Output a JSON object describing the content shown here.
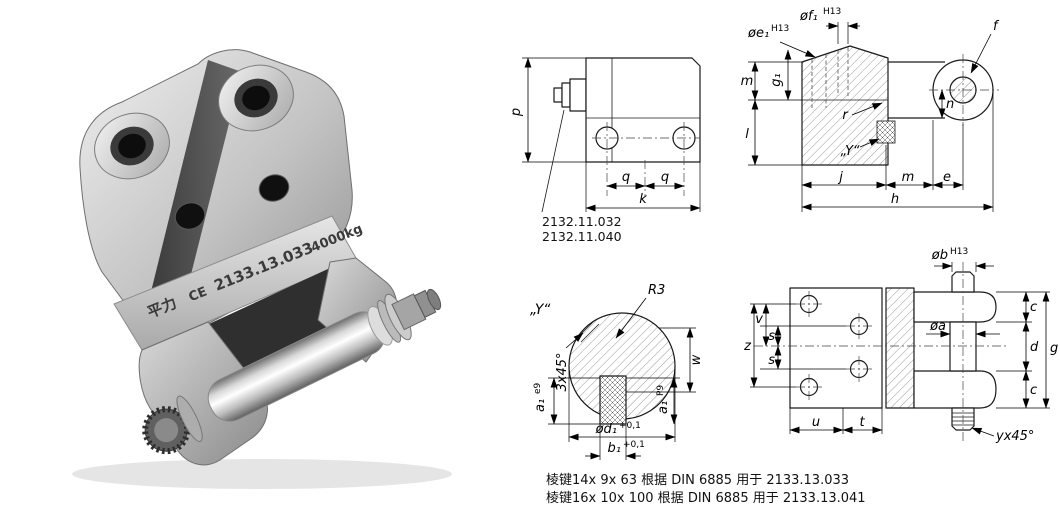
{
  "render": {
    "brand": "平力",
    "ce_mark": "CE",
    "part_no": "2133.13.033",
    "capacity": "4000kg"
  },
  "plate_view": {
    "dim_p": "p",
    "dim_q1": "q",
    "dim_q2": "q",
    "dim_k": "k",
    "ref_part_1": "2132.11.032",
    "ref_part_2": "2132.11.040"
  },
  "section_view": {
    "dim_f1": "øf₁",
    "dim_f1_tol": "H13",
    "dim_e1": "øe₁",
    "dim_e1_tol": "H13",
    "dim_f": "f",
    "dim_m_left": "m",
    "dim_g1": "g₁",
    "dim_l": "l",
    "dim_r": "r",
    "dim_n": "n",
    "detail_ref": "„Y“",
    "dim_j": "j",
    "dim_m_bottom": "m",
    "dim_e": "e",
    "dim_h": "h"
  },
  "detail_view": {
    "title": "„Y“",
    "radius": "R3",
    "chamfer": "3x45°",
    "a1": "a₁",
    "a1_shaft_tol": "e9",
    "a1_hub_tol": "P9",
    "dim_w": "w",
    "d1": "ød₁",
    "d1_tol": "+0,1",
    "b1": "b₁",
    "b1_tol": "+0,1"
  },
  "front_view": {
    "b": "øb",
    "b_tol": "H13",
    "a": "øa",
    "c_top": "c",
    "d": "d",
    "g": "g",
    "c_bottom": "c",
    "v": "v",
    "s_top": "s",
    "z": "z",
    "s_bottom": "s",
    "u": "u",
    "t": "t",
    "chamfer": "yx45°"
  },
  "notes": {
    "line1": "棱键14x 9x 63 根据 DIN 6885 用于 2133.13.033",
    "line2": "棱键16x 10x 100 根据 DIN 6885 用于 2133.13.041"
  }
}
